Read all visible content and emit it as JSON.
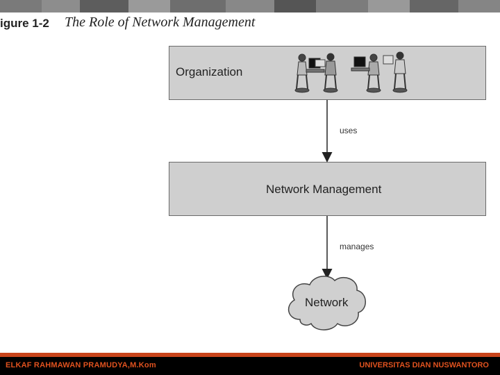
{
  "figure": {
    "number": "igure 1-2",
    "title": "The Role of Network Management"
  },
  "nodes": {
    "organization": "Organization",
    "network_management": "Network Management",
    "network": "Network"
  },
  "edges": {
    "uses": "uses",
    "manages": "manages"
  },
  "footer": {
    "left": "ELKAF RAHMAWAN PRAMUDYA,M.Kom",
    "right": "UNIVERSITAS DIAN NUSWANTORO"
  },
  "colors": {
    "box_fill": "#cfcfcf",
    "accent": "#c8441b",
    "footer_text": "#e0521f"
  },
  "icons": [
    "people-at-computers-icon",
    "cloud-icon"
  ]
}
